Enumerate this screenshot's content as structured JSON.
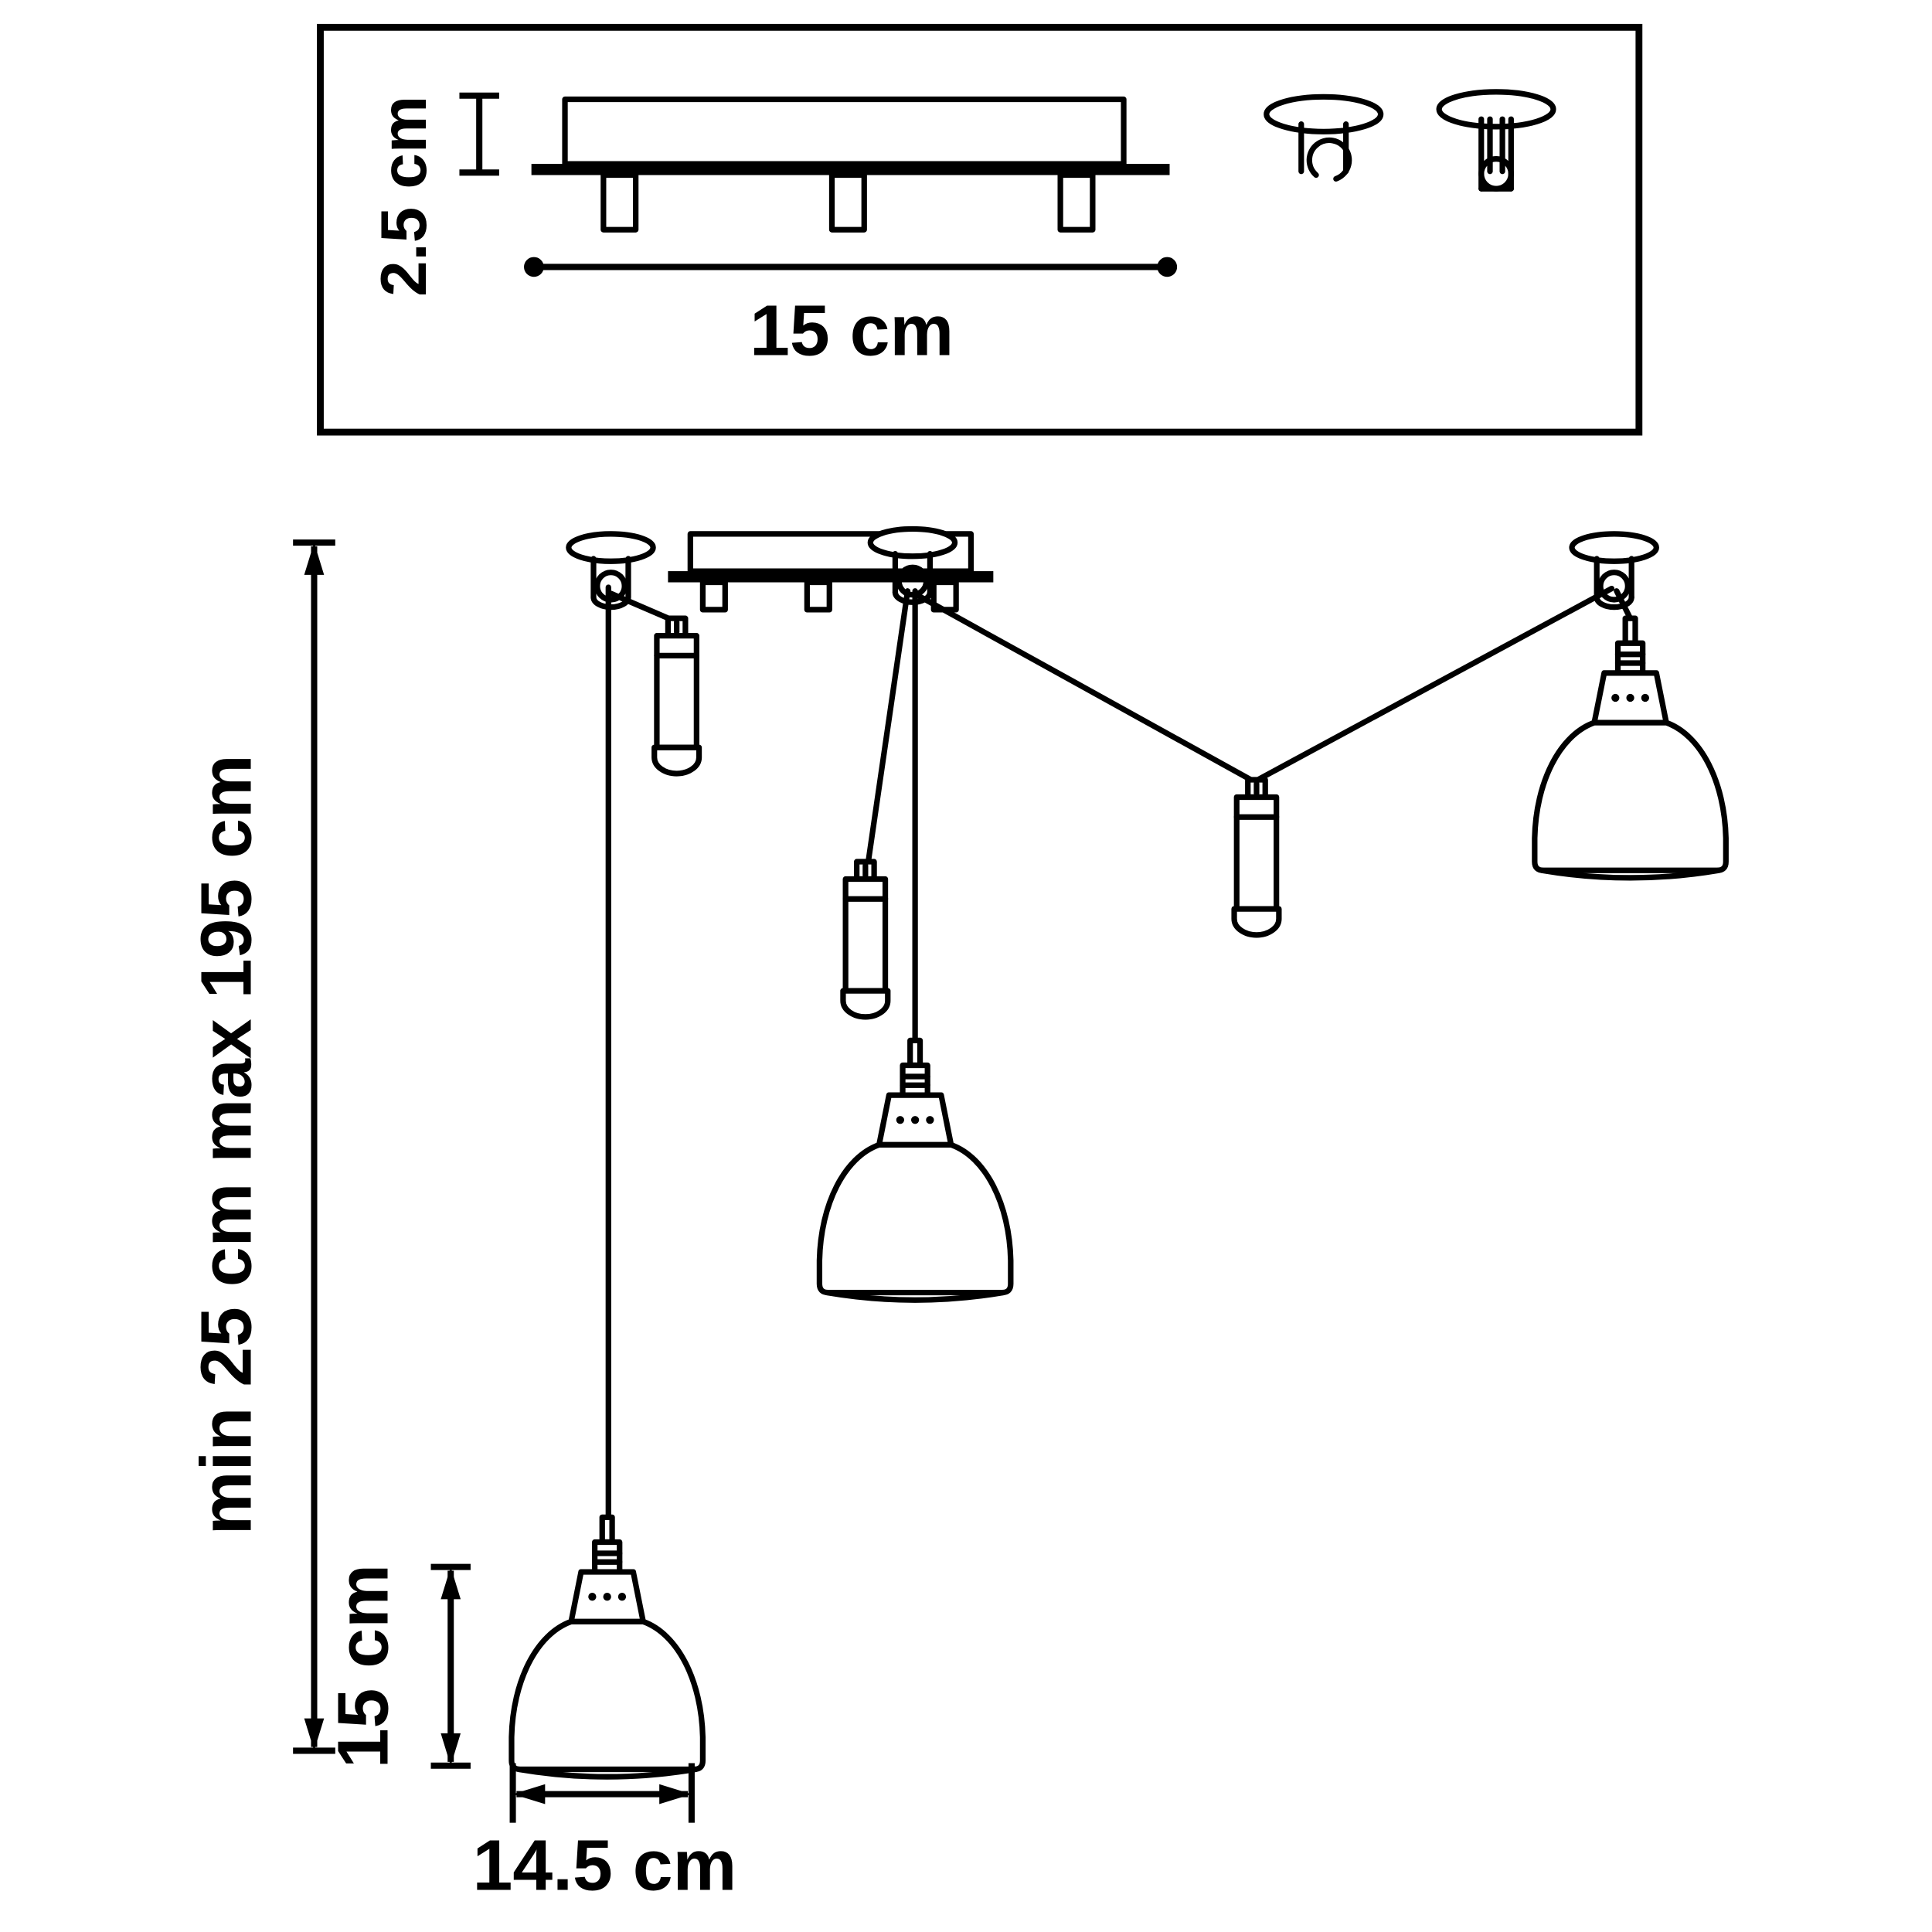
{
  "title": "Pendant light fixture dimensional drawing",
  "colors": {
    "line": "#000000",
    "background": "#ffffff"
  },
  "spec_inset": {
    "canopy_height_label": "2.5 cm",
    "canopy_length_label": "15 cm"
  },
  "main_drawing": {
    "drop_range_label": "min 25 cm max 195 cm",
    "shade_height_label": "15 cm",
    "shade_width_label": "14.5 cm"
  }
}
